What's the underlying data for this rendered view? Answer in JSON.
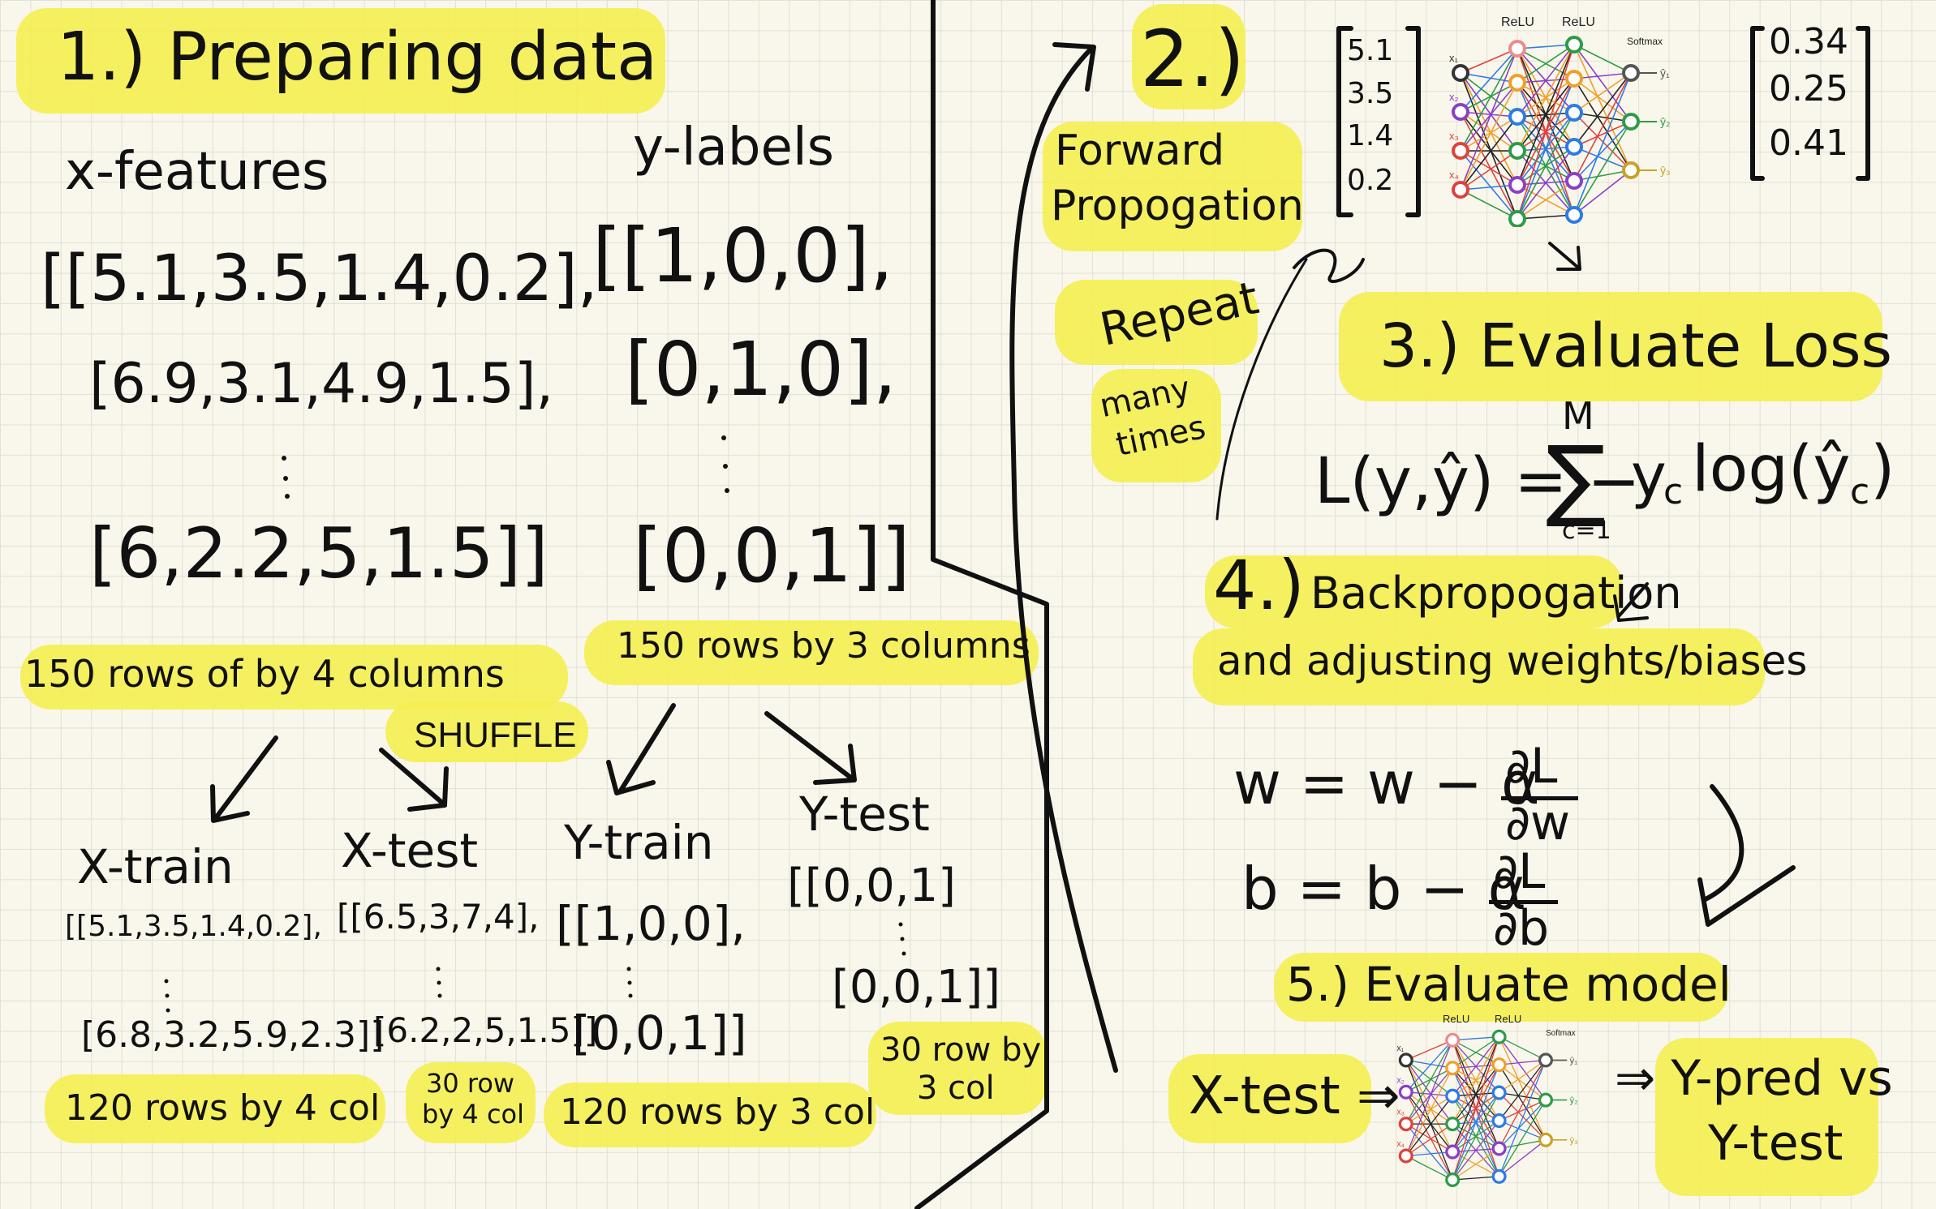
{
  "step1": {
    "title": "1.) Preparing data",
    "x_heading": "x-features",
    "y_heading": "y-labels",
    "x_rows": [
      "[[5.1,3.5,1.4,0.2],",
      "[6.9,3.1,4.9,1.5],",
      "[6,2.2,5,1.5]]"
    ],
    "y_rows": [
      "[[1,0,0],",
      "[0,1,0],",
      "[0,0,1]]"
    ],
    "x_shape": "150 rows of by 4 columns",
    "y_shape": "150 rows by 3 columns",
    "shuffle": "SHUFFLE",
    "splits": {
      "x_train": {
        "label": "X-train",
        "first": "[[5.1,3.5,1.4,0.2],",
        "last": "[6.8,3.2,5.9,2.3]]",
        "shape": "120 rows by 4 col"
      },
      "x_test": {
        "label": "X-test",
        "first": "[[6.5,3,7,4],",
        "last": "[6.2,2,5,1.5]]",
        "shape_line1": "30 row",
        "shape_line2": "by 4 col"
      },
      "y_train": {
        "label": "Y-train",
        "first": "[[1,0,0],",
        "last": "[0,0,1]]",
        "shape": "120 rows by 3 col"
      },
      "y_test": {
        "label": "Y-test",
        "first": "[[0,0,1]",
        "last": "[0,0,1]]",
        "shape_line1": "30 row by",
        "shape_line2": "3 col"
      }
    }
  },
  "step2": {
    "number": "2.)",
    "title_line1": "Forward",
    "title_line2": "Propogation",
    "input_vector": [
      "5.1",
      "3.5",
      "1.4",
      "0.2"
    ],
    "output_vector": [
      "0.34",
      "0.25",
      "0.41"
    ]
  },
  "network": {
    "layer_labels": [
      "ReLU",
      "ReLU",
      "Softmax"
    ],
    "input_labels": [
      "x₁",
      "x₂",
      "x₃",
      "x₄"
    ],
    "output_labels": [
      "ŷ₁",
      "ŷ₂",
      "ŷ₃"
    ]
  },
  "repeat": {
    "line1": "Repeat",
    "line2": "many",
    "line3": "times"
  },
  "step3": {
    "title": "3.) Evaluate Loss",
    "formula": "L(y,ŷ) = −∑ y_c log(ŷ_c)",
    "formula_lhs": "L(y,ŷ) = −",
    "sum_top": "M",
    "sum_bottom": "c=1",
    "formula_rhs": "y",
    "formula_sub": "c",
    "formula_log": "log(ŷ",
    "formula_end": ")"
  },
  "step4": {
    "number": "4.)",
    "title": "Backpropogation",
    "subtitle": "and adjusting weights/biases",
    "w_lhs": "w = w − α",
    "w_num": "∂L",
    "w_den": "∂w",
    "b_lhs": "b = b − α",
    "b_num": "∂L",
    "b_den": "∂b"
  },
  "step5": {
    "title": "5.) Evaluate model",
    "input": "X-test ⇒",
    "output_line1": "⇒ Y-pred vs",
    "output_line2": "Y-test"
  },
  "colors": {
    "highlight": "#f4ef54",
    "ink": "#111111",
    "node_colors": [
      "#e0413d",
      "#2d7be6",
      "#2e9c47",
      "#8b3fc7",
      "#f0a02a",
      "#333333"
    ]
  }
}
